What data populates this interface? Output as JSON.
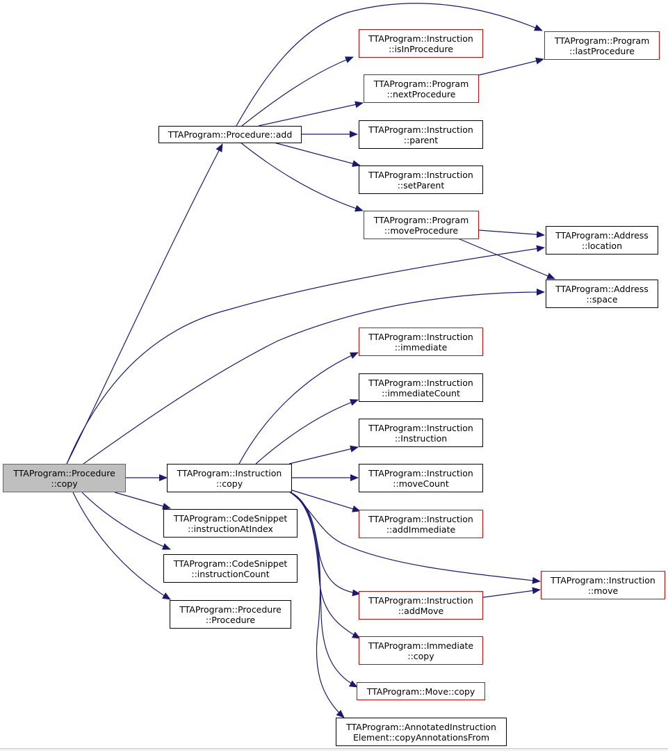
{
  "colors": {
    "edge": "#191970",
    "red_border": "#e00000",
    "black_border": "#000000",
    "root_fill": "#bfbfbf",
    "root_border": "#666666"
  },
  "nodes": {
    "procedure_copy": {
      "line1": "TTAProgram::Procedure",
      "line2": "::copy",
      "kind": "root"
    },
    "procedure_add": {
      "line1": "TTAProgram::Procedure::add",
      "line2": "",
      "kind": "black"
    },
    "instr_isinprocedure": {
      "line1": "TTAProgram::Instruction",
      "line2": "::isInProcedure",
      "kind": "red"
    },
    "program_nextprocedure": {
      "line1": "TTAProgram::Program",
      "line2": "::nextProcedure",
      "kind": "red"
    },
    "program_lastprocedure": {
      "line1": "TTAProgram::Program",
      "line2": "::lastProcedure",
      "kind": "red"
    },
    "instr_parent": {
      "line1": "TTAProgram::Instruction",
      "line2": "::parent",
      "kind": "black"
    },
    "instr_setparent": {
      "line1": "TTAProgram::Instruction",
      "line2": "::setParent",
      "kind": "black"
    },
    "program_moveprocedure": {
      "line1": "TTAProgram::Program",
      "line2": "::moveProcedure",
      "kind": "red"
    },
    "address_location": {
      "line1": "TTAProgram::Address",
      "line2": "::location",
      "kind": "black"
    },
    "address_space": {
      "line1": "TTAProgram::Address",
      "line2": "::space",
      "kind": "black"
    },
    "instr_immediate": {
      "line1": "TTAProgram::Instruction",
      "line2": "::immediate",
      "kind": "red"
    },
    "instr_immediatecount": {
      "line1": "TTAProgram::Instruction",
      "line2": "::immediateCount",
      "kind": "black"
    },
    "instr_instruction": {
      "line1": "TTAProgram::Instruction",
      "line2": "::Instruction",
      "kind": "black"
    },
    "instr_copy": {
      "line1": "TTAProgram::Instruction",
      "line2": "::copy",
      "kind": "black"
    },
    "instr_movecount": {
      "line1": "TTAProgram::Instruction",
      "line2": "::moveCount",
      "kind": "black"
    },
    "instr_addimmediate": {
      "line1": "TTAProgram::Instruction",
      "line2": "::addImmediate",
      "kind": "red"
    },
    "instr_move": {
      "line1": "TTAProgram::Instruction",
      "line2": "::move",
      "kind": "red"
    },
    "instr_addmove": {
      "line1": "TTAProgram::Instruction",
      "line2": "::addMove",
      "kind": "red"
    },
    "immediate_copy": {
      "line1": "TTAProgram::Immediate",
      "line2": "::copy",
      "kind": "red"
    },
    "move_copy": {
      "line1": "TTAProgram::Move::copy",
      "line2": "",
      "kind": "red"
    },
    "annotated_copyannotations": {
      "line1": "TTAProgram::AnnotatedInstruction",
      "line2": "Element::copyAnnotationsFrom",
      "kind": "black"
    },
    "codesnippet_instructionatindex": {
      "line1": "TTAProgram::CodeSnippet",
      "line2": "::instructionAtIndex",
      "kind": "black"
    },
    "codesnippet_instructioncount": {
      "line1": "TTAProgram::CodeSnippet",
      "line2": "::instructionCount",
      "kind": "black"
    },
    "procedure_procedure": {
      "line1": "TTAProgram::Procedure",
      "line2": "::Procedure",
      "kind": "black"
    }
  }
}
